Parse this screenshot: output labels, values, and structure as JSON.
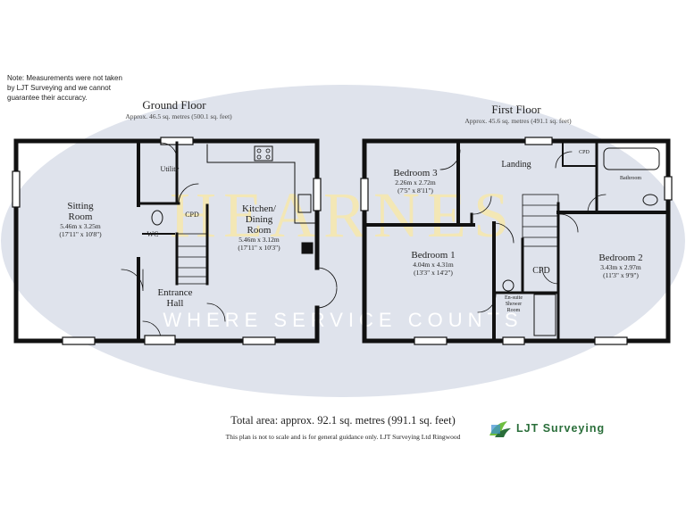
{
  "note": {
    "line1": "Note: Measurements were not taken",
    "line2": "by LJT Surveying and we cannot",
    "line3": "guarantee their accuracy."
  },
  "watermark": {
    "brand": "HEARNES",
    "tagline": "WHERE SERVICE COUNTS"
  },
  "ground_floor": {
    "title": "Ground Floor",
    "area": "Approx. 46.5 sq. metres (500.1 sq. feet)",
    "rooms": {
      "sitting": {
        "name1": "Sitting",
        "name2": "Room",
        "dim_m": "5.46m x 3.25m",
        "dim_ft": "(17'11\" x 10'8\")"
      },
      "utility": {
        "name": "Utility"
      },
      "cpd": {
        "name": "CPD"
      },
      "wc": {
        "name": "WC"
      },
      "kitchen": {
        "name1": "Kitchen/",
        "name2": "Dining",
        "name3": "Room",
        "dim_m": "5.46m x 3.12m",
        "dim_ft": "(17'11\" x 10'3\")"
      },
      "entrance": {
        "name1": "Entrance",
        "name2": "Hall"
      }
    }
  },
  "first_floor": {
    "title": "First Floor",
    "area": "Approx. 45.6 sq. metres (491.1 sq. feet)",
    "rooms": {
      "bedroom3": {
        "name": "Bedroom 3",
        "dim_m": "2.26m x 2.72m",
        "dim_ft": "(7'5\" x 8'11\")"
      },
      "landing": {
        "name": "Landing"
      },
      "cpd_top": {
        "name": "CPD"
      },
      "bathroom": {
        "name": "Bathroom"
      },
      "bedroom1": {
        "name": "Bedroom 1",
        "dim_m": "4.04m x 4.31m",
        "dim_ft": "(13'3\" x 14'2\")"
      },
      "cpd": {
        "name": "CPD"
      },
      "bedroom2": {
        "name": "Bedroom 2",
        "dim_m": "3.43m x 2.97m",
        "dim_ft": "(11'3\" x 9'9\")"
      },
      "ensuite": {
        "name1": "En-suite",
        "name2": "Shower",
        "name3": "Room"
      }
    }
  },
  "footer": {
    "total": "Total area: approx. 92.1 sq. metres (991.1 sq. feet)",
    "disclaimer": "This plan is not to scale and is for general guidance only. LJT Surveying Ltd Ringwood",
    "logo": "LJT Surveying"
  },
  "colors": {
    "oval": "#dfe3ec",
    "walls": "#111111",
    "brand_green": "#2a6e3a",
    "watermark": "#f3e7b5"
  }
}
